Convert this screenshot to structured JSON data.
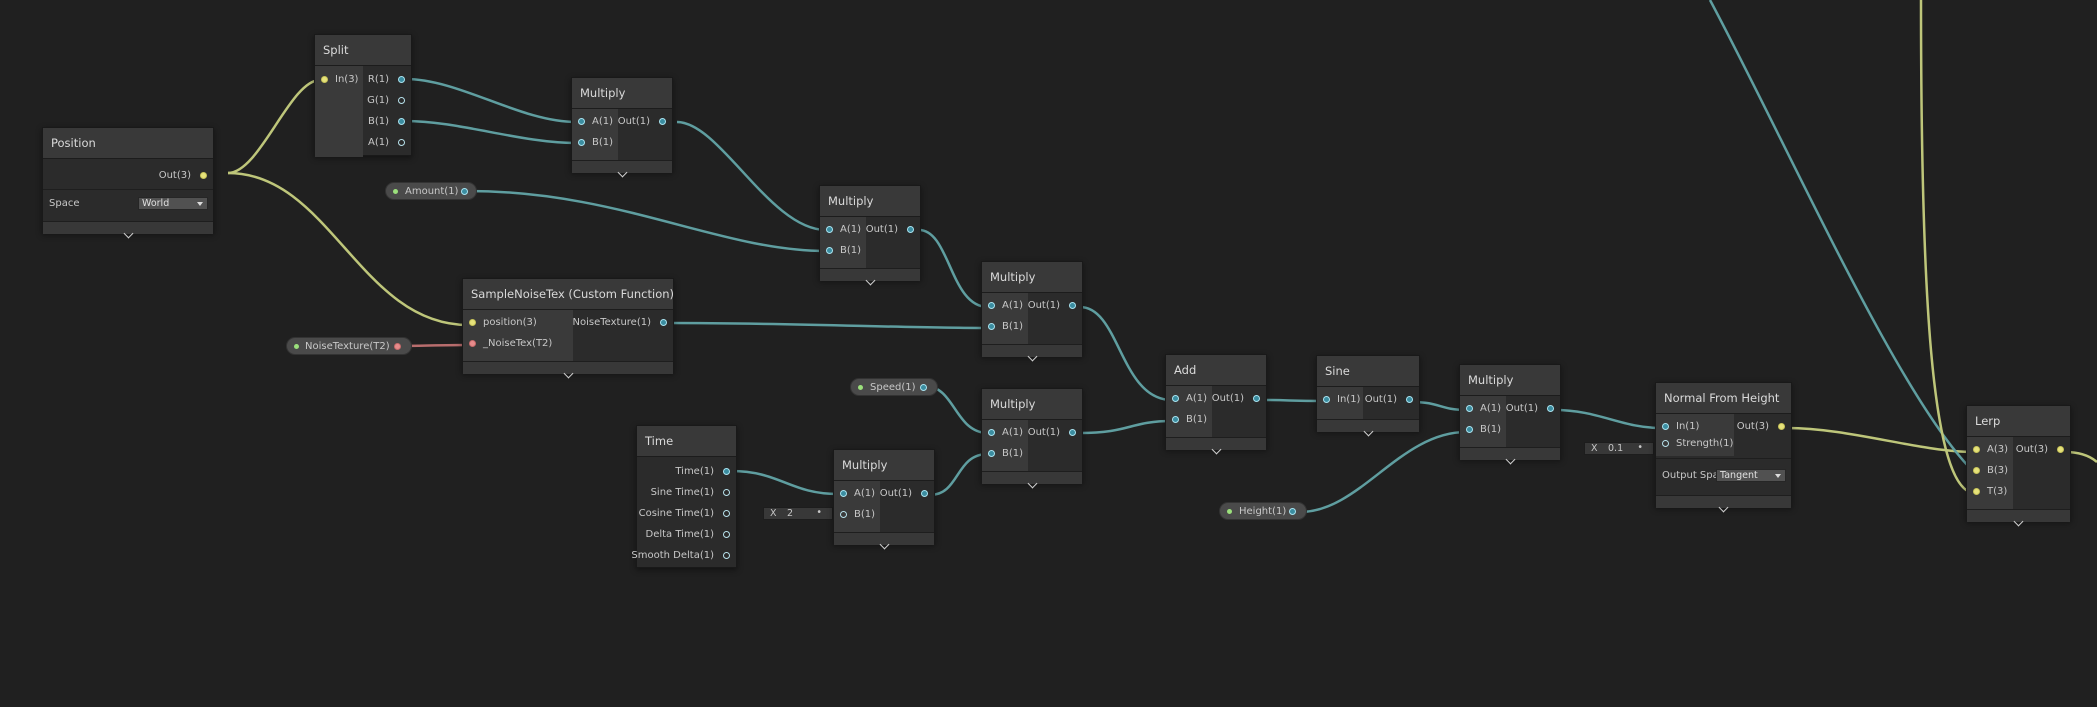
{
  "colors": {
    "background": "#202020",
    "float_wire": "#5f9ea0",
    "vector_wire": "#bec67a",
    "texture_wire": "#b86d6d"
  },
  "nodes": {
    "position": {
      "title": "Position",
      "out": "Out(3)",
      "space_label": "Space",
      "space_value": "World"
    },
    "split": {
      "title": "Split",
      "in": "In(3)",
      "outs": [
        "R(1)",
        "G(1)",
        "B(1)",
        "A(1)"
      ]
    },
    "multiply1": {
      "title": "Multiply",
      "ins": [
        "A(1)",
        "B(1)"
      ],
      "out": "Out(1)"
    },
    "multiply2": {
      "title": "Multiply",
      "ins": [
        "A(1)",
        "B(1)"
      ],
      "out": "Out(1)"
    },
    "multiply3": {
      "title": "Multiply",
      "ins": [
        "A(1)",
        "B(1)"
      ],
      "out": "Out(1)"
    },
    "multiply4": {
      "title": "Multiply",
      "ins": [
        "A(1)",
        "B(1)"
      ],
      "out": "Out(1)"
    },
    "multiply5": {
      "title": "Multiply",
      "ins": [
        "A(1)",
        "B(1)"
      ],
      "out": "Out(1)",
      "b_field_label": "X",
      "b_field_value": "2"
    },
    "multiply6": {
      "title": "Multiply",
      "ins": [
        "A(1)",
        "B(1)"
      ],
      "out": "Out(1)"
    },
    "sample_noise": {
      "title": "SampleNoiseTex (Custom Function)",
      "ins": [
        "position(3)",
        "_NoiseTex(T2)"
      ],
      "out": "NoiseTexture(1)"
    },
    "time": {
      "title": "Time",
      "outs": [
        "Time(1)",
        "Sine Time(1)",
        "Cosine Time(1)",
        "Delta Time(1)",
        "Smooth Delta(1)"
      ]
    },
    "add": {
      "title": "Add",
      "ins": [
        "A(1)",
        "B(1)"
      ],
      "out": "Out(1)"
    },
    "sine": {
      "title": "Sine",
      "in": "In(1)",
      "out": "Out(1)"
    },
    "normal_from_height": {
      "title": "Normal From Height",
      "ins": [
        "In(1)",
        "Strength(1)"
      ],
      "out": "Out(3)",
      "strength_label": "X",
      "strength_value": "0.1",
      "output_space_label": "Output Spa",
      "output_space_value": "Tangent"
    },
    "lerp": {
      "title": "Lerp",
      "ins": [
        "A(3)",
        "B(3)",
        "T(3)"
      ],
      "out": "Out(3)"
    }
  },
  "properties": {
    "amount": "Amount(1)",
    "noise_texture": "NoiseTexture(T2)",
    "speed": "Speed(1)",
    "height": "Height(1)"
  }
}
